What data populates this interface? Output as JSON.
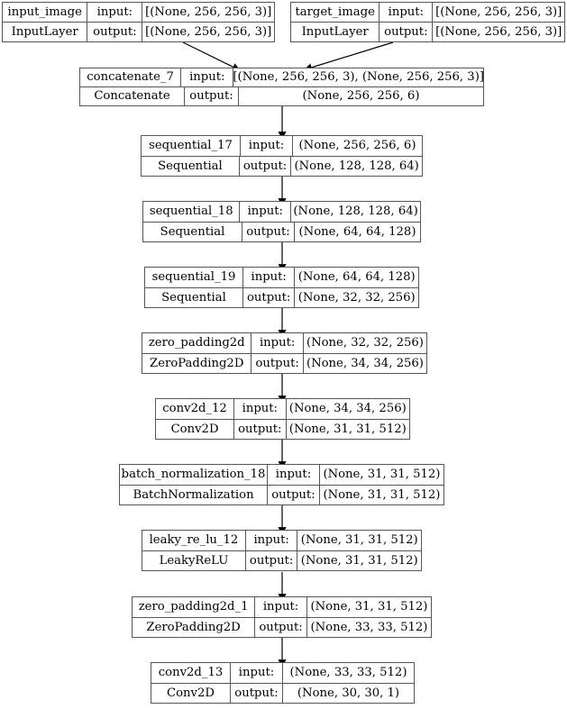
{
  "diagram": {
    "title": "Keras model architecture graph",
    "type": "keras-model-plot",
    "colors": {
      "border": "#555555",
      "text": "#000000",
      "background": "#ffffff",
      "edge": "#000000"
    },
    "labels": {
      "input": "input:",
      "output": "output:"
    },
    "nodes": [
      {
        "id": "input_image",
        "name": "input_image",
        "class_name": "InputLayer",
        "input_shape": "[(None, 256, 256, 3)]",
        "output_shape": "[(None, 256, 256, 3)]"
      },
      {
        "id": "target_image",
        "name": "target_image",
        "class_name": "InputLayer",
        "input_shape": "[(None, 256, 256, 3)]",
        "output_shape": "[(None, 256, 256, 3)]"
      },
      {
        "id": "concatenate_7",
        "name": "concatenate_7",
        "class_name": "Concatenate",
        "input_shape": "[(None, 256, 256, 3), (None, 256, 256, 3)]",
        "output_shape": "(None, 256, 256, 6)"
      },
      {
        "id": "sequential_17",
        "name": "sequential_17",
        "class_name": "Sequential",
        "input_shape": "(None, 256, 256, 6)",
        "output_shape": "(None, 128, 128, 64)"
      },
      {
        "id": "sequential_18",
        "name": "sequential_18",
        "class_name": "Sequential",
        "input_shape": "(None, 128, 128, 64)",
        "output_shape": "(None, 64, 64, 128)"
      },
      {
        "id": "sequential_19",
        "name": "sequential_19",
        "class_name": "Sequential",
        "input_shape": "(None, 64, 64, 128)",
        "output_shape": "(None, 32, 32, 256)"
      },
      {
        "id": "zero_padding2d",
        "name": "zero_padding2d",
        "class_name": "ZeroPadding2D",
        "input_shape": "(None, 32, 32, 256)",
        "output_shape": "(None, 34, 34, 256)"
      },
      {
        "id": "conv2d_12",
        "name": "conv2d_12",
        "class_name": "Conv2D",
        "input_shape": "(None, 34, 34, 256)",
        "output_shape": "(None, 31, 31, 512)"
      },
      {
        "id": "batch_normalization_18",
        "name": "batch_normalization_18",
        "class_name": "BatchNormalization",
        "input_shape": "(None, 31, 31, 512)",
        "output_shape": "(None, 31, 31, 512)"
      },
      {
        "id": "leaky_re_lu_12",
        "name": "leaky_re_lu_12",
        "class_name": "LeakyReLU",
        "input_shape": "(None, 31, 31, 512)",
        "output_shape": "(None, 31, 31, 512)"
      },
      {
        "id": "zero_padding2d_1",
        "name": "zero_padding2d_1",
        "class_name": "ZeroPadding2D",
        "input_shape": "(None, 31, 31, 512)",
        "output_shape": "(None, 33, 33, 512)"
      },
      {
        "id": "conv2d_13",
        "name": "conv2d_13",
        "class_name": "Conv2D",
        "input_shape": "(None, 33, 33, 512)",
        "output_shape": "(None, 30, 30, 1)"
      }
    ],
    "edges": [
      {
        "from": "input_image",
        "to": "concatenate_7"
      },
      {
        "from": "target_image",
        "to": "concatenate_7"
      },
      {
        "from": "concatenate_7",
        "to": "sequential_17"
      },
      {
        "from": "sequential_17",
        "to": "sequential_18"
      },
      {
        "from": "sequential_18",
        "to": "sequential_19"
      },
      {
        "from": "sequential_19",
        "to": "zero_padding2d"
      },
      {
        "from": "zero_padding2d",
        "to": "conv2d_12"
      },
      {
        "from": "conv2d_12",
        "to": "batch_normalization_18"
      },
      {
        "from": "batch_normalization_18",
        "to": "leaky_re_lu_12"
      },
      {
        "from": "leaky_re_lu_12",
        "to": "zero_padding2d_1"
      },
      {
        "from": "zero_padding2d_1",
        "to": "conv2d_13"
      }
    ]
  }
}
